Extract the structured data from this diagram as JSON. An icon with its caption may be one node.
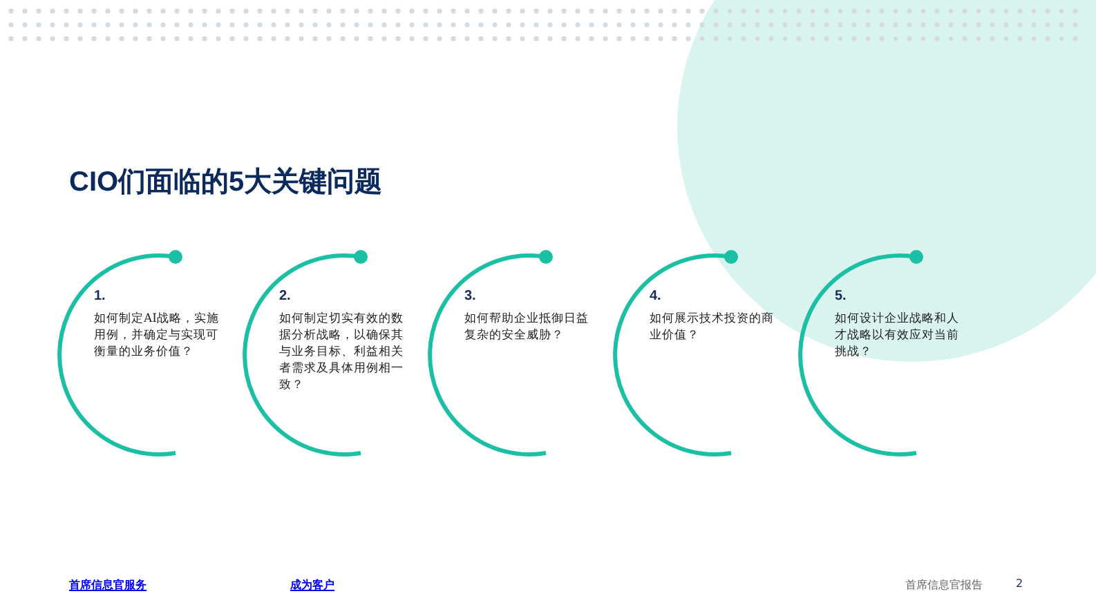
{
  "diagram": {
    "title": "CIO们面临的5大关键问题",
    "nodes": [
      {
        "text": [
          "1.",
          "如何制定AI战略，实施用例，并确定与实现可衡量的业务价值？"
        ]
      },
      {
        "text": [
          "2.",
          "如何制定切实有效的数据分析战略，以确保其与业务目标、利益相关者需求及具体用例相一致？"
        ]
      },
      {
        "text": [
          "3.",
          "如何帮助企业抵御日益复杂的安全威胁？"
        ]
      },
      {
        "text": [
          "4.",
          "如何展示技术投资的商业价值？"
        ]
      },
      {
        "text": [
          "5.",
          "如何设计企业战略和人才战略以有效应对当前挑战？"
        ]
      }
    ],
    "labels": [
      "首席信息官服务",
      "成为客户",
      "首席信息官报告",
      "2"
    ]
  }
}
